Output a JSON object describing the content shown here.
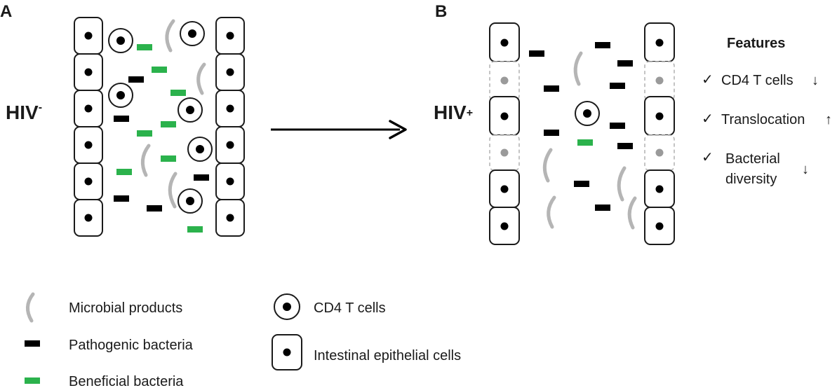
{
  "panels": {
    "a": {
      "letter": "A",
      "condition": "HIV",
      "sign": "-"
    },
    "b": {
      "letter": "B",
      "condition": "HIV",
      "sign": "+"
    }
  },
  "features": {
    "title": "Features",
    "check": "✓",
    "items": [
      {
        "lines": [
          "CD4 T cells"
        ],
        "trend": "↓"
      },
      {
        "lines": [
          "Translocation"
        ],
        "trend": "↑"
      },
      {
        "lines": [
          "Bacterial",
          "diversity"
        ],
        "trend": "↓"
      }
    ]
  },
  "legend": {
    "microbial_products": "Microbial products",
    "pathogenic_bacteria": "Pathogenic bacteria",
    "beneficial_bacteria": "Beneficial bacteria",
    "cd4_t_cells": "CD4 T cells",
    "epithelial_cells": "Intestinal epithelial cells"
  },
  "colors": {
    "pathogenic": "#000000",
    "beneficial": "#2bb24c",
    "microbial": "#b5b5b5",
    "cell_outline": "#1a1a1a",
    "gap_outline": "#b0b0b0",
    "gap_nucleus": "#9a9a9a"
  }
}
